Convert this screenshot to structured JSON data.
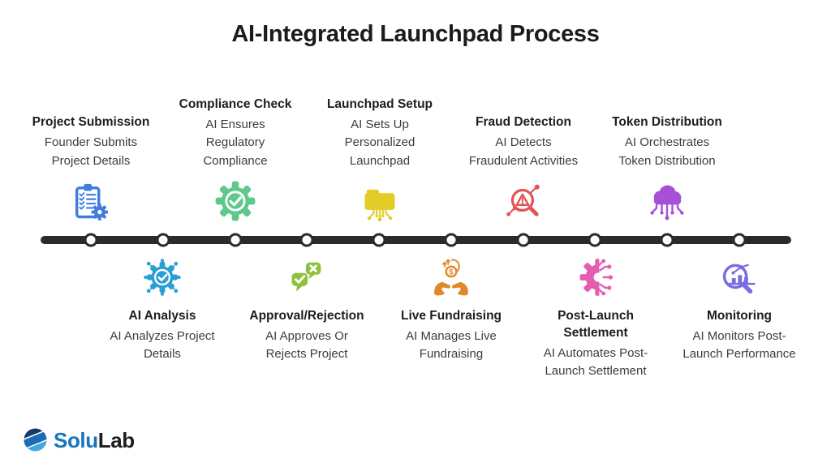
{
  "title": "AI-Integrated Launchpad Process",
  "colors": {
    "timeline": "#2b2b2b",
    "title_text": "#1b1b1b",
    "step_title_text": "#1d1d1d",
    "step_subtitle_text": "#3c3c3c"
  },
  "steps_top": [
    {
      "title": "Project Submission",
      "subtitle": "Founder Submits\nProject Details",
      "icon": "clipboard-checklist-icon",
      "color": "#3f7de0"
    },
    {
      "title": "Compliance Check",
      "subtitle": "AI Ensures\nRegulatory\nCompliance",
      "icon": "gear-check-icon",
      "color": "#5ec98c"
    },
    {
      "title": "Launchpad Setup",
      "subtitle": "AI Sets Up\nPersonalized\nLaunchpad",
      "icon": "folder-network-icon",
      "color": "#e2cc25"
    },
    {
      "title": "Fraud Detection",
      "subtitle": "AI Detects\nFraudulent Activities",
      "icon": "magnifier-warning-icon",
      "color": "#e05555"
    },
    {
      "title": "Token Distribution",
      "subtitle": "AI Orchestrates\nToken Distribution",
      "icon": "cloud-network-icon",
      "color": "#a650d8"
    }
  ],
  "steps_bottom": [
    {
      "title": "AI Analysis",
      "subtitle": "AI Analyzes Project\nDetails",
      "icon": "gear-circuit-check-icon",
      "color": "#2a9fd4"
    },
    {
      "title": "Approval/Rejection",
      "subtitle": "AI Approves Or\nRejects Project",
      "icon": "chat-approve-reject-icon",
      "color": "#8fc03f"
    },
    {
      "title": "Live Fundraising",
      "subtitle": "AI Manages Live\nFundraising",
      "icon": "hands-money-icon",
      "color": "#e0892b"
    },
    {
      "title": "Post-Launch\nSettlement",
      "subtitle": "AI Automates Post-\nLaunch Settlement",
      "icon": "gear-circuit-icon",
      "color": "#e55cb3"
    },
    {
      "title": "Monitoring",
      "subtitle": "AI Monitors Post-\nLaunch Performance",
      "icon": "magnifier-chart-icon",
      "color": "#7a6de2"
    }
  ],
  "timeline": {
    "node_count": 10
  },
  "logo": {
    "text_primary": "Solu",
    "text_secondary": "Lab",
    "primary_color": "#1476bc",
    "secondary_color": "#1e1e1e",
    "icon": "solulab-sphere-icon"
  }
}
